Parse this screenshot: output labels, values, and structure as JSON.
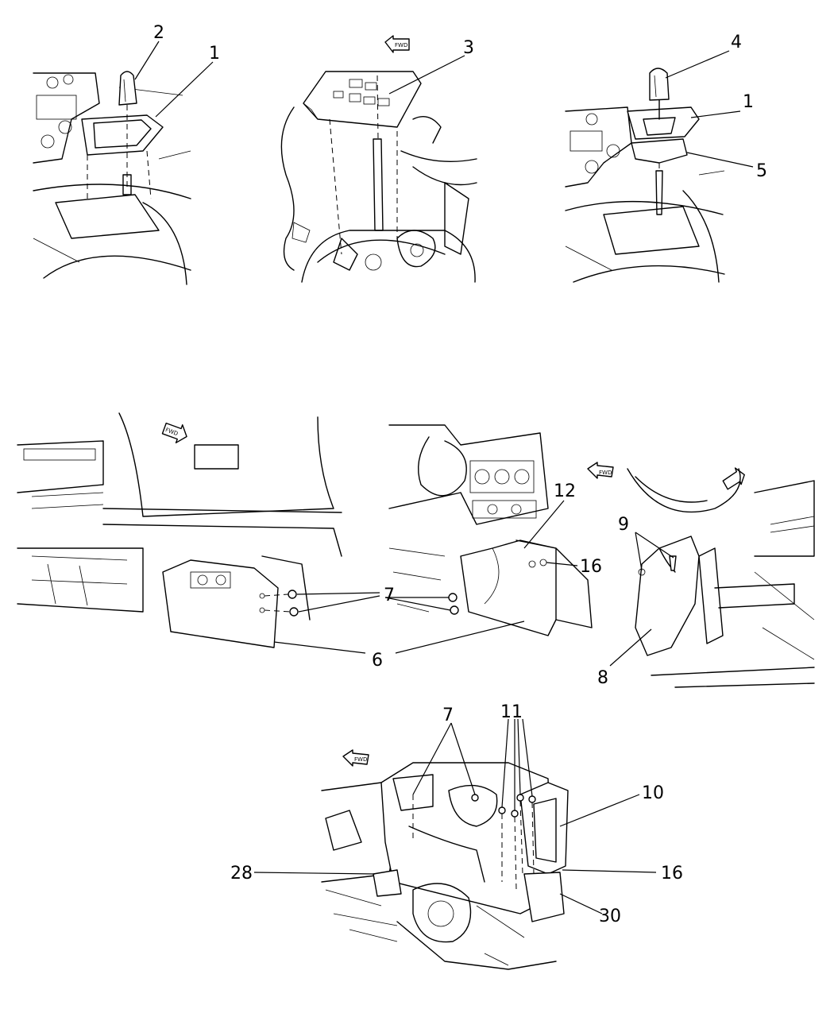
{
  "diagram": {
    "callouts": {
      "v1_c2": "2",
      "v1_c1": "1",
      "v2_c3": "3",
      "v3_c4": "4",
      "v3_c1": "1",
      "v3_c5": "5",
      "v4_c7": "7",
      "v4_c6": "6",
      "v5_c12": "12",
      "v5_c16": "16",
      "v6_c9": "9",
      "v6_c8": "8",
      "v7_c11": "11",
      "v7_c7": "7",
      "v7_c10": "10",
      "v7_c28": "28",
      "v7_c16": "16",
      "v7_c30": "30"
    },
    "direction_arrow_text": "FWD"
  }
}
